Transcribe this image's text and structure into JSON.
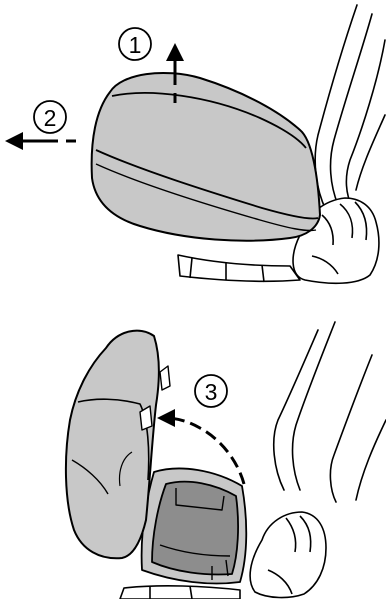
{
  "steps": [
    {
      "number": "1",
      "action": "lift-up"
    },
    {
      "number": "2",
      "action": "pull-out"
    },
    {
      "number": "3",
      "action": "tilt-forward"
    }
  ],
  "colors": {
    "line": "#000000",
    "cover": "#c8c8c8",
    "cover_dark": "#a9a9a9",
    "interior": "#8d8d8d",
    "background": "#ffffff"
  }
}
